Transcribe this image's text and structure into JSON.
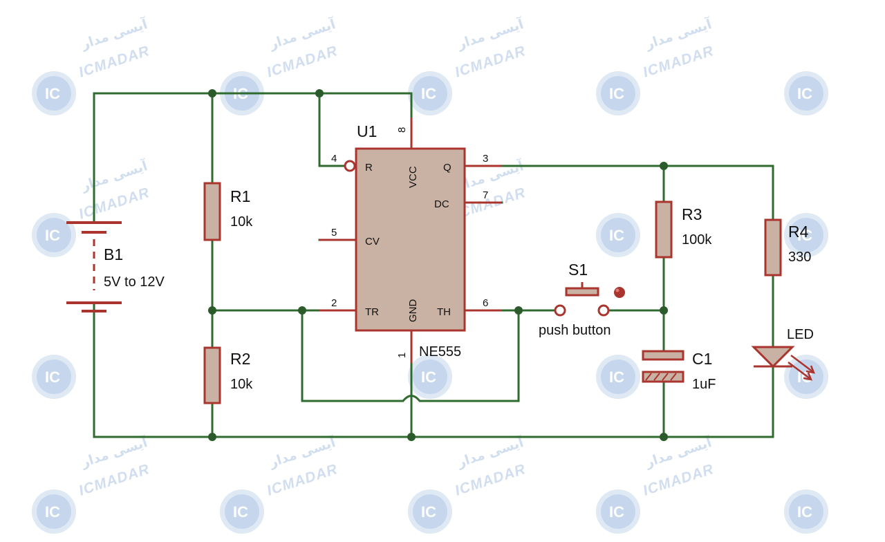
{
  "watermark": {
    "brand_latin": "ICMADAR",
    "brand_persian": "آیسی مدار",
    "logo": "IC"
  },
  "colors": {
    "wire": "#2f6b2f",
    "component": "#a9352e",
    "component_fill": "#c9b1a3",
    "ic_fill": "#c9b1a3",
    "junction": "#2b5a2b",
    "text": "#111111",
    "watermark": "#c9d8ec"
  },
  "components": {
    "battery": {
      "ref": "B1",
      "value": "5V to 12V"
    },
    "r1": {
      "ref": "R1",
      "value": "10k"
    },
    "r2": {
      "ref": "R2",
      "value": "10k"
    },
    "r3": {
      "ref": "R3",
      "value": "100k"
    },
    "r4": {
      "ref": "R4",
      "value": "330"
    },
    "c1": {
      "ref": "C1",
      "value": "1uF"
    },
    "s1": {
      "ref": "S1",
      "value": "push button"
    },
    "led": {
      "label": "LED"
    },
    "ic": {
      "ref": "U1",
      "part": "NE555",
      "pins": {
        "r": {
          "num": "4",
          "name": "R"
        },
        "vcc": {
          "num": "8",
          "name": "VCC"
        },
        "q": {
          "num": "3",
          "name": "Q"
        },
        "dc": {
          "num": "7",
          "name": "DC"
        },
        "cv": {
          "num": "5",
          "name": "CV"
        },
        "tr": {
          "num": "2",
          "name": "TR"
        },
        "gnd": {
          "num": "1",
          "name": "GND"
        },
        "th": {
          "num": "6",
          "name": "TH"
        }
      }
    }
  }
}
